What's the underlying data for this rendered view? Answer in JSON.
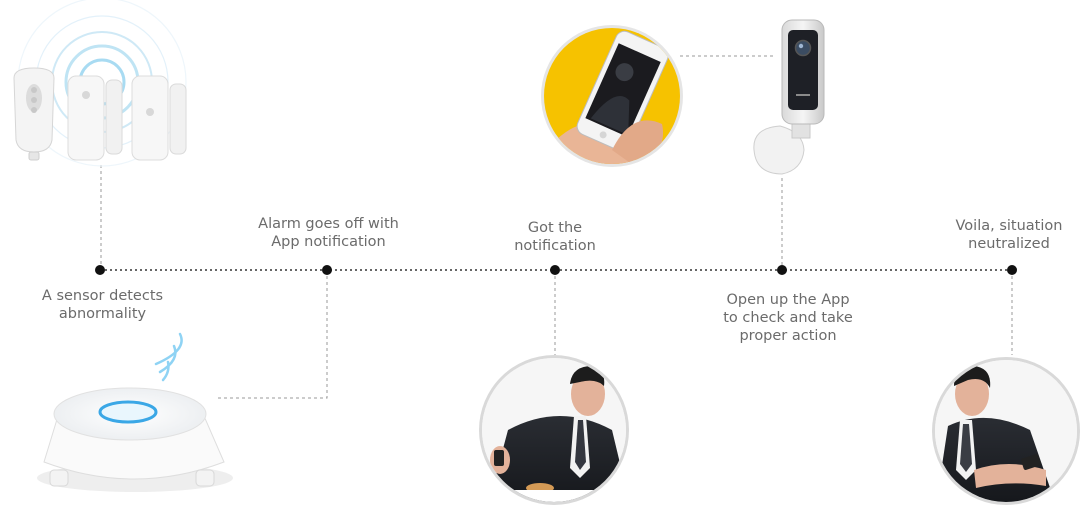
{
  "steps": [
    {
      "id": "sensor",
      "lines": [
        "A sensor detects",
        "abnormality"
      ]
    },
    {
      "id": "alarm",
      "lines": [
        "Alarm goes off with",
        "App notification"
      ]
    },
    {
      "id": "notified",
      "lines": [
        "Got the",
        "notification"
      ]
    },
    {
      "id": "check",
      "lines": [
        "Open up the App",
        "to check and take",
        "proper action"
      ]
    },
    {
      "id": "resolved",
      "lines": [
        "Voila, situation",
        "neutralized"
      ]
    }
  ],
  "colors": {
    "line": "#333333",
    "connector": "#9a9a9a",
    "text": "#6b6b6b",
    "accent_yellow": "#f6c200",
    "circle_ring": "#cfcfcf",
    "hub_glow": "#3aa7e6",
    "wifi": "#8fd3f4"
  },
  "icons": [
    "door-sensor-icon",
    "remote-fob-icon",
    "wifi-hub-icon",
    "smartphone-icon",
    "security-camera-icon",
    "businessman-photo-icon"
  ]
}
